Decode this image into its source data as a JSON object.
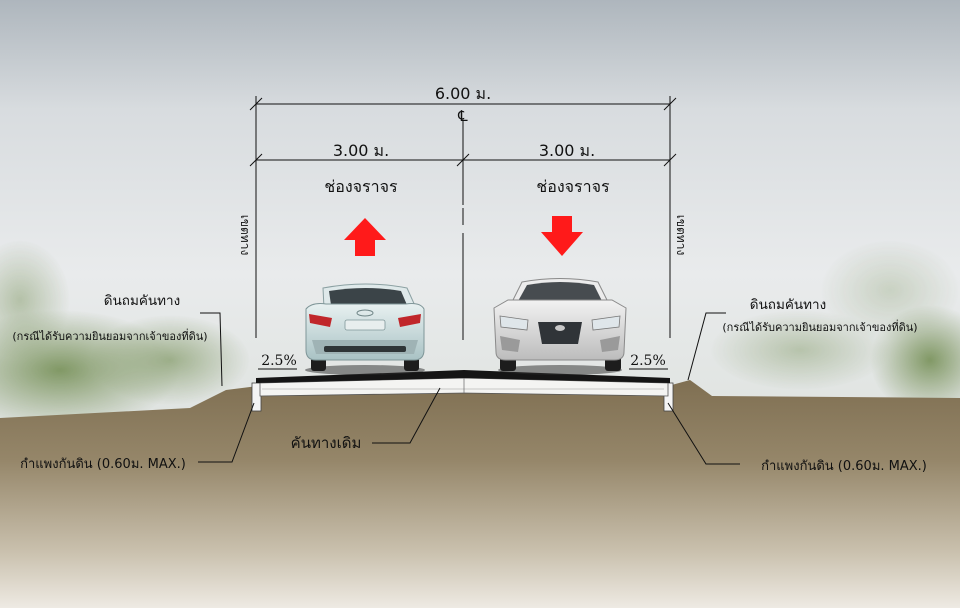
{
  "dimensions": {
    "total_width": "6.00 ม.",
    "left_lane_width": "3.00 ม.",
    "right_lane_width": "3.00 ม.",
    "centerline_symbol": "℄"
  },
  "lanes": {
    "left_label": "ช่องจราจร",
    "right_label": "ช่องจราจร"
  },
  "boundary": {
    "left_label": "เขตทาง",
    "right_label": "เขตทาง"
  },
  "slopes": {
    "left": "2.5%",
    "right": "2.5%"
  },
  "embankment": {
    "left_title": "ดินถมคันทาง",
    "left_note": "(กรณีได้รับความยินยอมจากเจ้าของที่ดิน)",
    "right_title": "ดินถมคันทาง",
    "right_note": "(กรณีได้รับความยินยอมจากเจ้าของที่ดิน)"
  },
  "retaining_wall": {
    "left_label": "กำแพงกันดิน (0.60ม. MAX.)",
    "right_label": "กำแพงกันดิน (0.60ม. MAX.)"
  },
  "existing_road_label": "คันทางเดิม",
  "colors": {
    "arrow": "#ff1a1a",
    "soil": "#8e7f62",
    "pavement": "#151515",
    "sky": "#e4e8ea"
  }
}
